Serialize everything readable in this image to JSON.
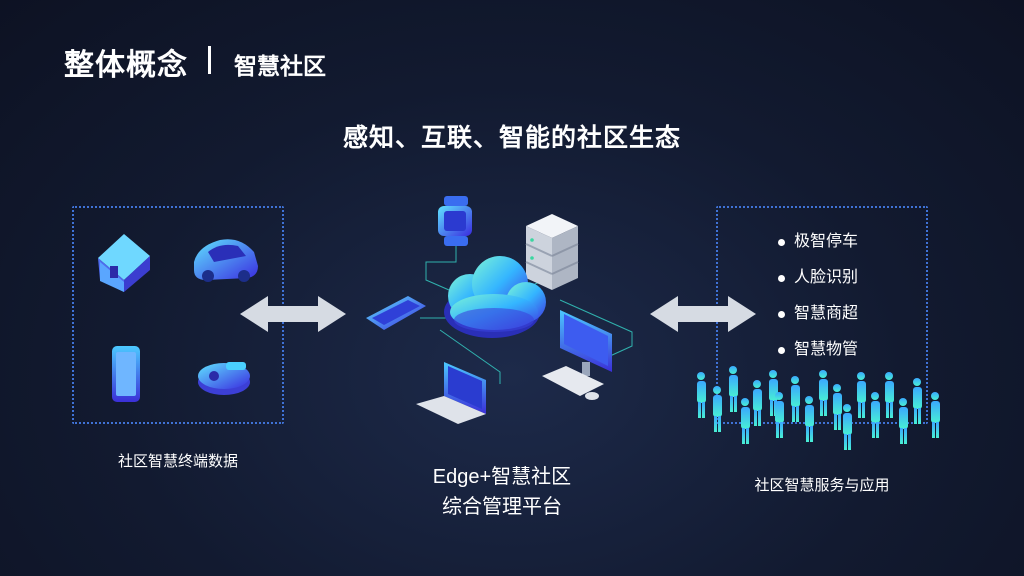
{
  "header": {
    "title": "整体概念",
    "subtitle": "智慧社区"
  },
  "headline": "感知、互联、智能的社区生态",
  "left_panel": {
    "caption": "社区智慧终端数据",
    "icons": [
      "house-icon",
      "car-icon",
      "smartphone-icon",
      "door-lock-icon"
    ]
  },
  "center": {
    "caption_line1": "Edge+智慧社区",
    "caption_line2": "综合管理平台",
    "icons": [
      "smartwatch-icon",
      "server-icon",
      "cloud-icon",
      "tablet-icon",
      "monitor-icon",
      "laptop-icon"
    ]
  },
  "right_panel": {
    "services": [
      "极智停车",
      "人脸识别",
      "智慧商超",
      "智慧物管"
    ],
    "caption": "社区智慧服务与应用"
  },
  "colors": {
    "background": "#121a30",
    "accent": "#3f72d6",
    "arrow": "#d6dbe3",
    "connector": "#36d4c8"
  }
}
